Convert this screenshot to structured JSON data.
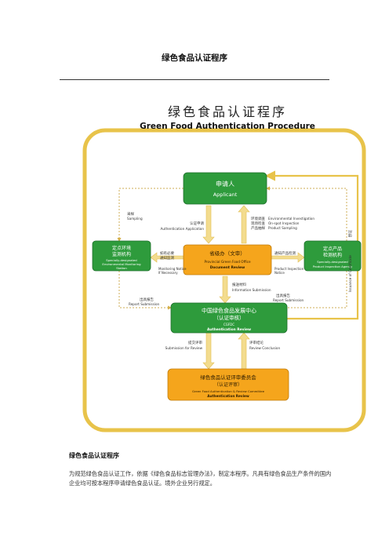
{
  "document": {
    "title": "绿色食品认证程序",
    "section_heading": "绿色食品认证程序",
    "body_text": "为规范绿色食品认证工作，依据《绿色食品标志管理办法》，制定本程序。凡具有绿色食品生产条件的国内企业均可按本程序申请绿色食品认证。境外企业另行规定。"
  },
  "diagram": {
    "title_cn": "绿色食品认证程序",
    "title_en": "Green Food Authentication Procedure",
    "colors": {
      "frame": "#e8c34a",
      "green_box": "#2e9b3c",
      "orange_box": "#f5a51c",
      "arrow": "#f0d98a",
      "text_dark": "#222222"
    },
    "nodes": {
      "applicant": {
        "cn": "申请人",
        "en": "Applicant"
      },
      "env_station": {
        "cn1": "定点环境",
        "cn2": "监测机构",
        "en1": "Specially-designated",
        "en2": "Environmental Monitoring",
        "en3": "Station"
      },
      "provincial": {
        "cn": "省级办（文审）",
        "en1": "Provincial Green Food Office",
        "en2": "Document Review"
      },
      "product_agency": {
        "cn1": "定点产品",
        "cn2": "检测机构",
        "en1": "Specially-designated",
        "en2": "Product Inspection Agency"
      },
      "center": {
        "cn1": "中国绿色食品发展中心",
        "cn2": "（认证审核）",
        "en1": "CGFDC",
        "en2": "Authentication Review"
      },
      "committee": {
        "cn1": "绿色食品认证评审委员会",
        "cn2": "（认证评审）",
        "en1": "Green Food Authentication & Review Committee",
        "en2": "Authentication Review"
      }
    },
    "labels": {
      "sampling_cn": "采样",
      "sampling_en": "Sampling",
      "auth_app_cn": "认证申请",
      "auth_app_en": "Authentication Application",
      "inv_cn1": "环境调查",
      "inv_cn2": "现场检查",
      "inv_cn3": "产品抽样",
      "inv_en1": "Environmental Investigation",
      "inv_en2": "On-spot Inspection",
      "inv_en3": "Product Sampling",
      "monitor_cn1": "如有必要",
      "monitor_cn2": "通知监测",
      "monitor_en1": "Monitoring Notice",
      "monitor_en2": "If Necessary",
      "pinsp_cn": "通知产品检测",
      "pinsp_en1": "Product Inspection",
      "pinsp_en2": "Notice",
      "info_cn": "报送材料",
      "info_en": "Information Submission",
      "report_left_cn": "出具报告",
      "report_left_en": "Report Submission",
      "report_right_cn": "出具报告",
      "report_right_en": "Report Submission",
      "review_sub_cn": "提交评审",
      "review_sub_en": "Submission for Review",
      "review_con_cn": "评审结论",
      "review_con_en": "Review Conclusion",
      "cert_cn": "颁证",
      "cert_en": "Issuance of Certificate"
    }
  }
}
